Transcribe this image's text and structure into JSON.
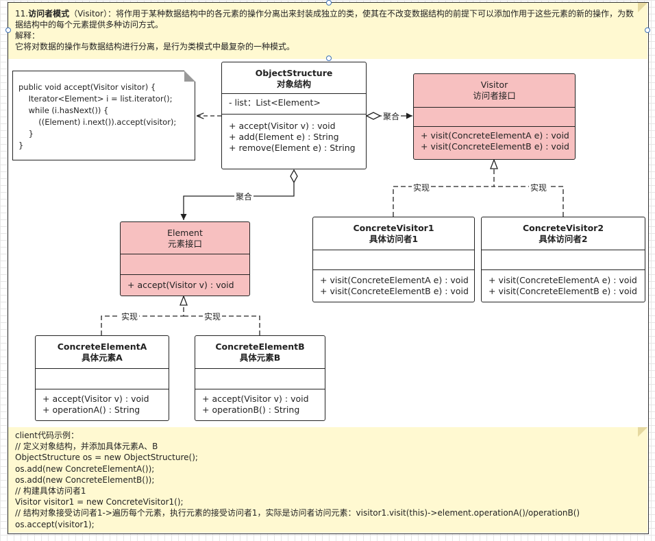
{
  "top_note": {
    "number": "11.",
    "title": "访问者模式",
    "text": "（Visitor）：将作用于某种数据结构中的各元素的操作分离出来封装成独立的类，使其在不改变数据结构的前提下可以添加作用于这些元素的新的操作，为数据结构中的每个元素提供多种访问方式。\n解释：\n它将对数据的操作与数据结构进行分离，是行为类模式中最复杂的一种模式。"
  },
  "code_note": "public void accept(Visitor visitor) {\n    Iterator<Element> i = list.iterator();\n    while (i.hasNext()) {\n        ((Element) i.next()).accept(visitor);\n    }\n}",
  "object_structure": {
    "name": "ObjectStructure",
    "subtitle": "对象结构",
    "fields": "- list：List<Element>",
    "methods": "+ accept(Visitor v) : void\n+ add(Element e) : String\n+ remove(Element e) : String"
  },
  "visitor": {
    "name": "Visitor",
    "subtitle": "访问者接口",
    "fields": "",
    "methods": "+ visit(ConcreteElementA e) : void\n+ visit(ConcreteElementB e) : void"
  },
  "element": {
    "name": "Element",
    "subtitle": "元素接口",
    "fields": "",
    "methods": "+ accept(Visitor v) : void"
  },
  "concrete_visitor1": {
    "name": "ConcreteVisitor1",
    "subtitle": "具体访问者1",
    "fields": "",
    "methods": "+ visit(ConcreteElementA e) : void\n+ visit(ConcreteElementB e) : void"
  },
  "concrete_visitor2": {
    "name": "ConcreteVisitor2",
    "subtitle": "具体访问者2",
    "fields": "",
    "methods": "+ visit(ConcreteElementA e) : void\n+ visit(ConcreteElementB e) : void"
  },
  "concrete_element_a": {
    "name": "ConcreteElementA",
    "subtitle": "具体元素A",
    "fields": "",
    "methods": "+ accept(Visitor v) : void\n+ operationA() : String"
  },
  "concrete_element_b": {
    "name": "ConcreteElementB",
    "subtitle": "具体元素B",
    "fields": "",
    "methods": "+ accept(Visitor v) : void\n+ operationB() : String"
  },
  "edge_labels": {
    "aggregation_visitor": "聚合",
    "aggregation_element": "聚合",
    "realize_cv1": "实现",
    "realize_cv2": "实现",
    "realize_cea": "实现",
    "realize_ceb": "实现"
  },
  "client_note": "client代码示例：\n// 定义对象结构，并添加具体元素A、B\nObjectStructure os = new ObjectStructure();\nos.add(new ConcreteElementA());\nos.add(new ConcreteElementB());\n// 构建具体访问者1\nVisitor visitor1 = new ConcreteVisitor1();\n// 结构对象接受访问者1->遍历每个元素，执行元素的接受访问者1，实际是访问者访问元素：visitor1.visit(this)->element.operationA()/operationB()\nos.accept(visitor1);",
  "colors": {
    "note_bg": "#fff9d1",
    "interface_fill": "#f7c0c0",
    "class_fill": "#ffffff",
    "line": "#222222"
  }
}
